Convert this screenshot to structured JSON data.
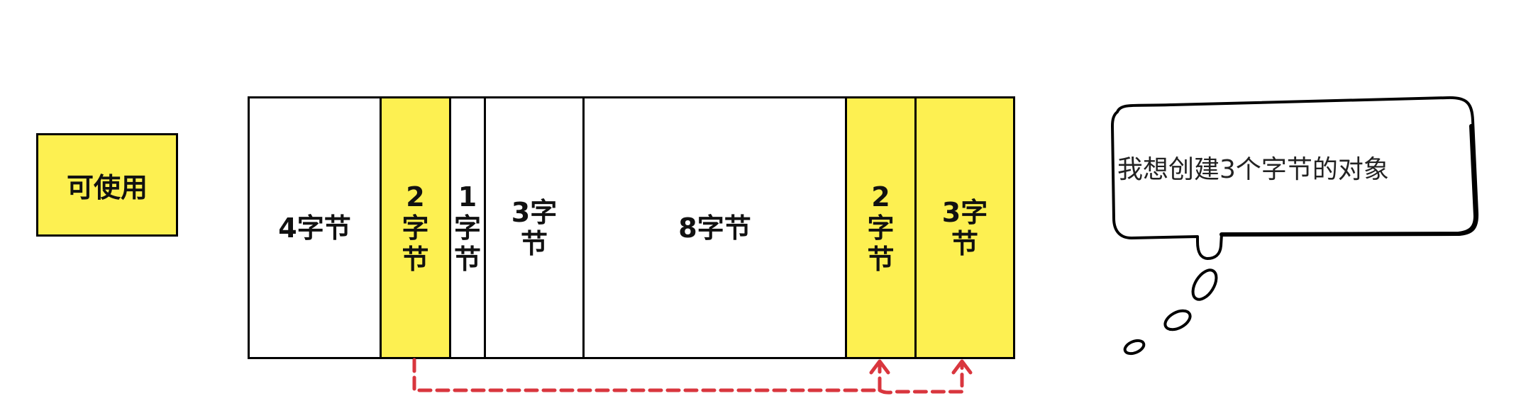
{
  "legend": {
    "label": "可使用",
    "color": "#FDF051"
  },
  "memory_blocks": [
    {
      "label": "4字节",
      "highlighted": false
    },
    {
      "label": "2\n字\n节",
      "highlighted": true
    },
    {
      "label": "1\n字\n节",
      "highlighted": false
    },
    {
      "label": "3字\n节",
      "highlighted": false
    },
    {
      "label": "8字节",
      "highlighted": false
    },
    {
      "label": "2\n字\n节",
      "highlighted": true
    },
    {
      "label": "3字\n节",
      "highlighted": true
    }
  ],
  "thought_bubble": {
    "text": "我想创建3个字节的对象"
  },
  "colors": {
    "highlight": "#FDF051",
    "arrow": "#D9363E",
    "outline": "#000000"
  }
}
